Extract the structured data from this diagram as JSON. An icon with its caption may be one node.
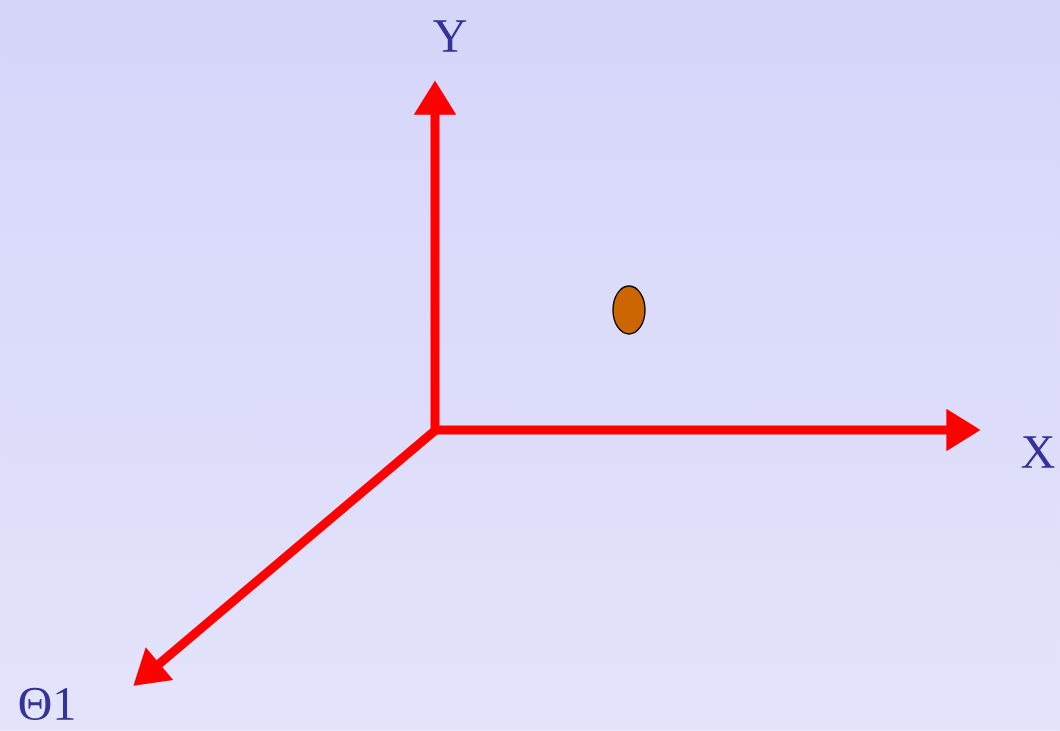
{
  "diagram": {
    "labels": [
      "Y",
      "X",
      "Θ1"
    ]
  }
}
